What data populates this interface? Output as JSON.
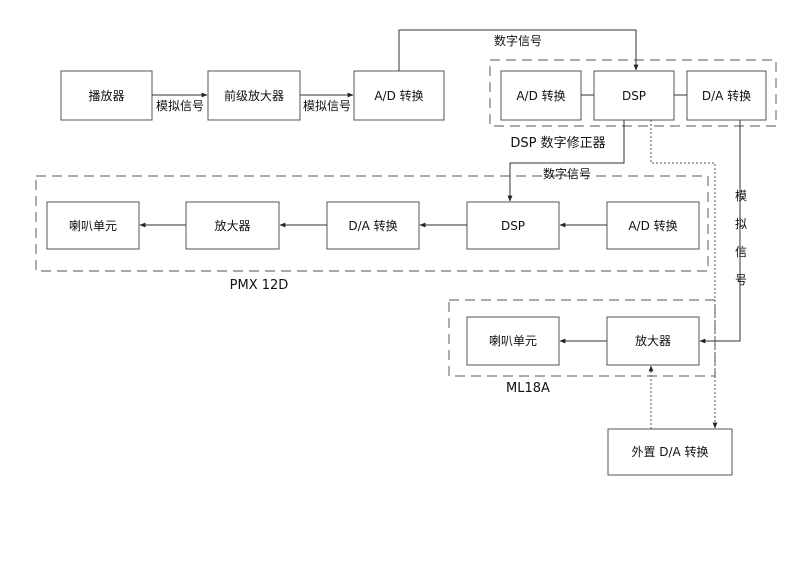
{
  "groups": {
    "dsp_module": "DSP 数字修正器",
    "pmx": "PMX 12D",
    "ml18a": "ML18A"
  },
  "blocks": {
    "player": "播放器",
    "preamp": "前级放大器",
    "ad_main": "A/D 转换",
    "dsp_ad": "A/D 转换",
    "dsp_core": "DSP",
    "dsp_da": "D/A 转换",
    "pmx_ad": "A/D 转换",
    "pmx_dsp": "DSP",
    "pmx_da": "D/A 转换",
    "pmx_amp": "放大器",
    "pmx_speaker": "喇叭单元",
    "ml_amp": "放大器",
    "ml_speaker": "喇叭单元",
    "ext_da": "外置 D/A 转换"
  },
  "signals": {
    "analog_1": "模拟信号",
    "analog_2": "模拟信号",
    "digital_top": "数字信号",
    "digital_mid": "数字信号",
    "analog_vertical": [
      "模",
      "拟",
      "信",
      "号"
    ]
  }
}
